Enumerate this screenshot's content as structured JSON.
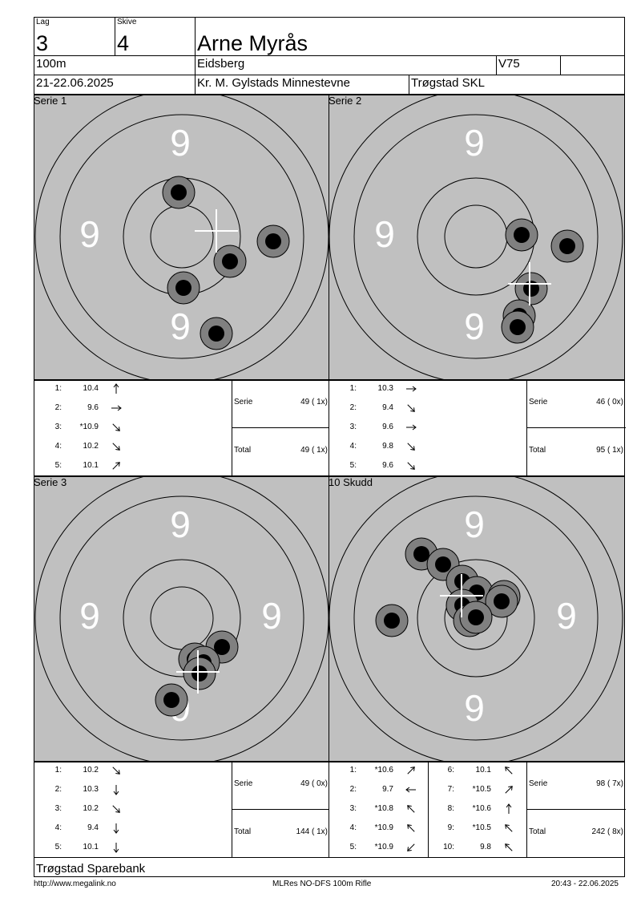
{
  "header": {
    "lag_label": "Lag",
    "lag_value": "3",
    "skive_label": "Skive",
    "skive_value": "4",
    "name": "Arne Myrås",
    "distance": "100m",
    "club": "Eidsberg",
    "class": "V75",
    "date": "21-22.06.2025",
    "event": "Kr. M. Gylstads Minnestevne",
    "host": "Trøgstad SKL"
  },
  "panels": [
    {
      "title": "Serie 1",
      "ring_label": "9",
      "shots": [
        {
          "n": "1:",
          "value": "10.4",
          "dir": "up"
        },
        {
          "n": "2:",
          "value": "9.6",
          "dir": "right"
        },
        {
          "n": "3:",
          "value": "*10.9",
          "dir": "down-right"
        },
        {
          "n": "4:",
          "value": "10.2",
          "dir": "down-right"
        },
        {
          "n": "5:",
          "value": "10.1",
          "dir": "up-right"
        }
      ],
      "serie_label": "Serie",
      "serie_value": "49 ( 1x)",
      "total_label": "Total",
      "total_value": "49 ( 1x)"
    },
    {
      "title": "Serie 2",
      "ring_label": "9",
      "shots": [
        {
          "n": "1:",
          "value": "10.3",
          "dir": "right"
        },
        {
          "n": "2:",
          "value": "9.4",
          "dir": "down-right"
        },
        {
          "n": "3:",
          "value": "9.6",
          "dir": "right"
        },
        {
          "n": "4:",
          "value": "9.8",
          "dir": "down-right"
        },
        {
          "n": "5:",
          "value": "9.6",
          "dir": "down-right"
        }
      ],
      "serie_label": "Serie",
      "serie_value": "46 ( 0x)",
      "total_label": "Total",
      "total_value": "95 ( 1x)"
    },
    {
      "title": "Serie 3",
      "ring_label": "9",
      "shots": [
        {
          "n": "1:",
          "value": "10.2",
          "dir": "down-right"
        },
        {
          "n": "2:",
          "value": "10.3",
          "dir": "down"
        },
        {
          "n": "3:",
          "value": "10.2",
          "dir": "down-right"
        },
        {
          "n": "4:",
          "value": "9.4",
          "dir": "down"
        },
        {
          "n": "5:",
          "value": "10.1",
          "dir": "down"
        }
      ],
      "serie_label": "Serie",
      "serie_value": "49 ( 0x)",
      "total_label": "Total",
      "total_value": "144 ( 1x)"
    },
    {
      "title": "10 Skudd",
      "ring_label": "9",
      "shots": [
        {
          "n": "1:",
          "value": "*10.6",
          "dir": "up-right"
        },
        {
          "n": "2:",
          "value": "9.7",
          "dir": "left"
        },
        {
          "n": "3:",
          "value": "*10.8",
          "dir": "up-left"
        },
        {
          "n": "4:",
          "value": "*10.9",
          "dir": "up-left"
        },
        {
          "n": "5:",
          "value": "*10.9",
          "dir": "down-left"
        },
        {
          "n": "6:",
          "value": "10.1",
          "dir": "up-left"
        },
        {
          "n": "7:",
          "value": "*10.5",
          "dir": "up-right"
        },
        {
          "n": "8:",
          "value": "*10.6",
          "dir": "up"
        },
        {
          "n": "9:",
          "value": "*10.5",
          "dir": "up-left"
        },
        {
          "n": "10:",
          "value": "9.8",
          "dir": "up-left"
        }
      ],
      "serie_label": "Serie",
      "serie_value": "98 ( 7x)",
      "total_label": "Total",
      "total_value": "242 ( 8x)"
    }
  ],
  "sponsor": "Trøgstad Sparebank",
  "footer": {
    "url": "http://www.megalink.no",
    "program": "MLRes NO-DFS 100m Rifle",
    "timestamp": "20:43 - 22.06.2025"
  },
  "colors": {
    "target_bg": "#c0c0c0",
    "hole_ring": "#808080",
    "hole_core": "#000000"
  }
}
